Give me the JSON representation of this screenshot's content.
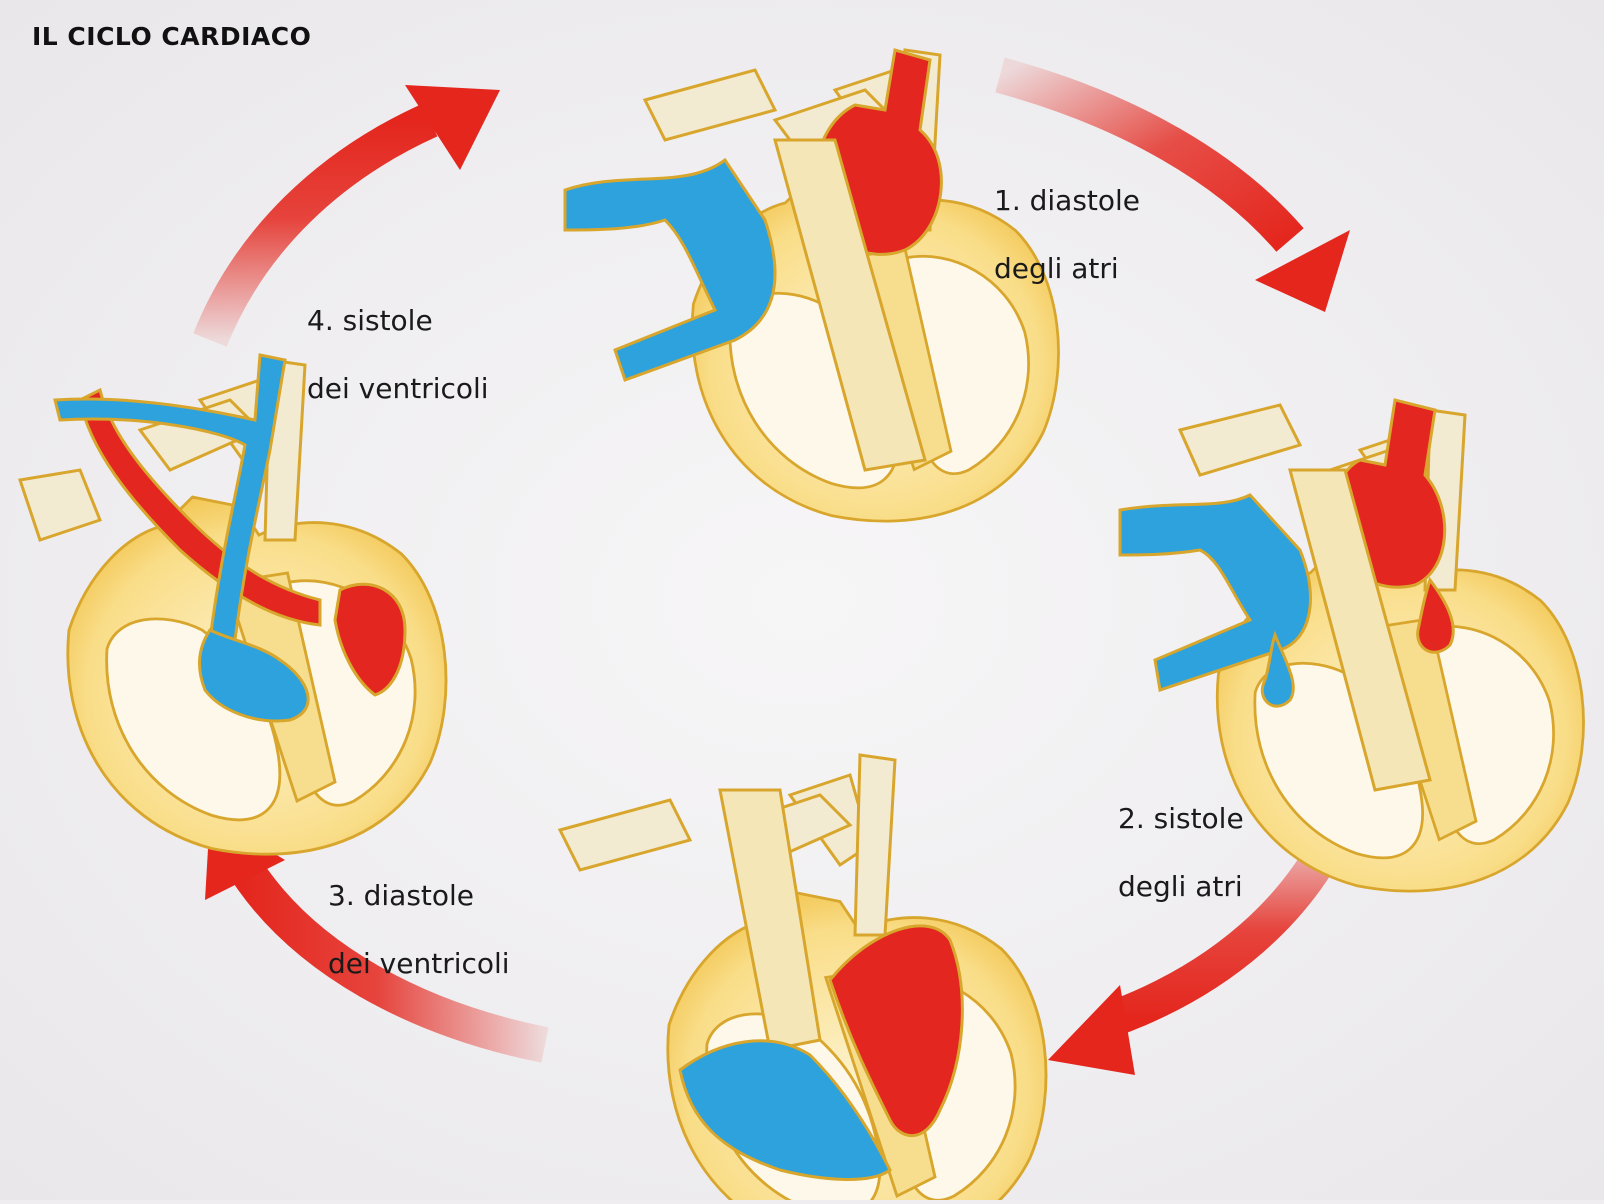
{
  "title": "IL CICLO CARDIACO",
  "stages": [
    {
      "number": "1.",
      "line1": "1. diastole",
      "line2": "degli atri"
    },
    {
      "number": "2.",
      "line1": "2. sistole",
      "line2": "degli atri"
    },
    {
      "number": "3.",
      "line1": "3. diastole",
      "line2": "dei ventricoli"
    },
    {
      "number": "4.",
      "line1": "4. sistole",
      "line2": "dei ventricoli"
    }
  ],
  "colors": {
    "oxygenated_blood": "#e3261f",
    "deoxygenated_blood": "#2ea2dc",
    "heart_wall": "#f6cf5e",
    "heart_chamber": "#fdf8ea",
    "arrow": "#e4261d",
    "background": "#efedef"
  }
}
